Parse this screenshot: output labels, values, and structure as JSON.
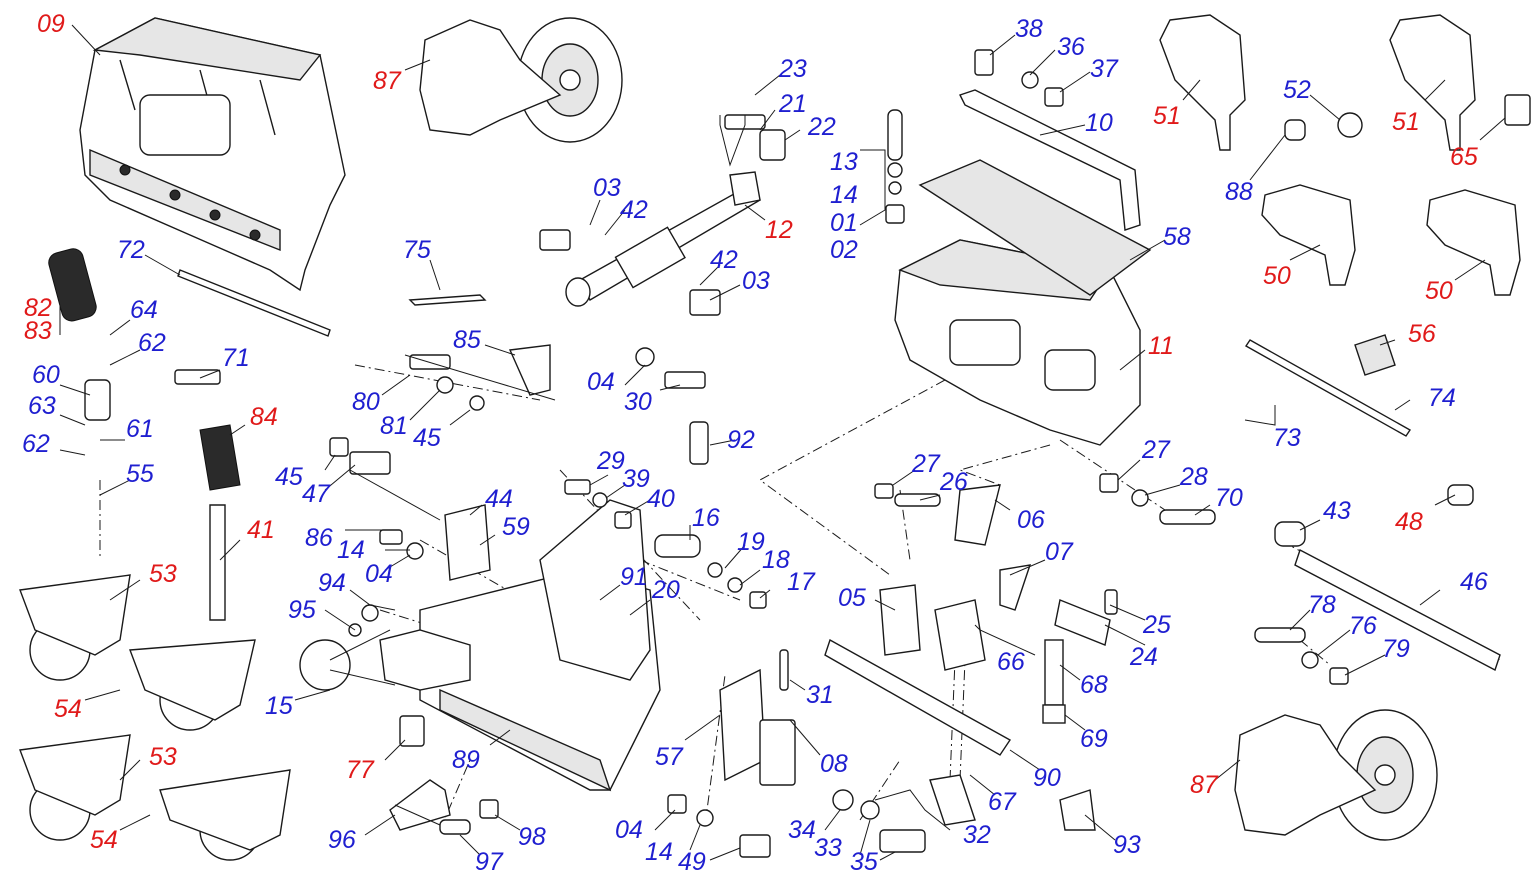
{
  "diagram": {
    "type": "exploded-parts-view",
    "colors": {
      "subassembly_label": "#e01a1a",
      "part_label": "#1f1fd0",
      "line": "#1a1a1a"
    },
    "labels": [
      {
        "id": "l09",
        "text": "09",
        "kind": "subassembly"
      },
      {
        "id": "l87a",
        "text": "87",
        "kind": "subassembly"
      },
      {
        "id": "l23",
        "text": "23",
        "kind": "part"
      },
      {
        "id": "l21",
        "text": "21",
        "kind": "part"
      },
      {
        "id": "l22",
        "text": "22",
        "kind": "part"
      },
      {
        "id": "l38",
        "text": "38",
        "kind": "part"
      },
      {
        "id": "l36",
        "text": "36",
        "kind": "part"
      },
      {
        "id": "l37",
        "text": "37",
        "kind": "part"
      },
      {
        "id": "l10",
        "text": "10",
        "kind": "part"
      },
      {
        "id": "l51a",
        "text": "51",
        "kind": "subassembly"
      },
      {
        "id": "l52",
        "text": "52",
        "kind": "part"
      },
      {
        "id": "l51b",
        "text": "51",
        "kind": "subassembly"
      },
      {
        "id": "l65",
        "text": "65",
        "kind": "subassembly"
      },
      {
        "id": "l13",
        "text": "13",
        "kind": "part"
      },
      {
        "id": "l14a",
        "text": "14",
        "kind": "part"
      },
      {
        "id": "l01",
        "text": "01",
        "kind": "part"
      },
      {
        "id": "l02",
        "text": "02",
        "kind": "part"
      },
      {
        "id": "l03a",
        "text": "03",
        "kind": "part"
      },
      {
        "id": "l42a",
        "text": "42",
        "kind": "part"
      },
      {
        "id": "l12",
        "text": "12",
        "kind": "subassembly"
      },
      {
        "id": "l88",
        "text": "88",
        "kind": "part"
      },
      {
        "id": "l58",
        "text": "58",
        "kind": "part"
      },
      {
        "id": "l50a",
        "text": "50",
        "kind": "subassembly"
      },
      {
        "id": "l50b",
        "text": "50",
        "kind": "subassembly"
      },
      {
        "id": "l72",
        "text": "72",
        "kind": "part"
      },
      {
        "id": "l75",
        "text": "75",
        "kind": "part"
      },
      {
        "id": "l42b",
        "text": "42",
        "kind": "part"
      },
      {
        "id": "l03b",
        "text": "03",
        "kind": "part"
      },
      {
        "id": "l82",
        "text": "82",
        "kind": "subassembly"
      },
      {
        "id": "l83",
        "text": "83",
        "kind": "subassembly"
      },
      {
        "id": "l64",
        "text": "64",
        "kind": "part"
      },
      {
        "id": "l62a",
        "text": "62",
        "kind": "part"
      },
      {
        "id": "l85",
        "text": "85",
        "kind": "part"
      },
      {
        "id": "l11",
        "text": "11",
        "kind": "subassembly"
      },
      {
        "id": "l56",
        "text": "56",
        "kind": "subassembly"
      },
      {
        "id": "l60",
        "text": "60",
        "kind": "part"
      },
      {
        "id": "l71",
        "text": "71",
        "kind": "part"
      },
      {
        "id": "l80",
        "text": "80",
        "kind": "part"
      },
      {
        "id": "l04a",
        "text": "04",
        "kind": "part"
      },
      {
        "id": "l30",
        "text": "30",
        "kind": "part"
      },
      {
        "id": "l74",
        "text": "74",
        "kind": "part"
      },
      {
        "id": "l63",
        "text": "63",
        "kind": "part"
      },
      {
        "id": "l84",
        "text": "84",
        "kind": "subassembly"
      },
      {
        "id": "l81",
        "text": "81",
        "kind": "part"
      },
      {
        "id": "l45a",
        "text": "45",
        "kind": "part"
      },
      {
        "id": "l73",
        "text": "73",
        "kind": "part"
      },
      {
        "id": "l61",
        "text": "61",
        "kind": "part"
      },
      {
        "id": "l92",
        "text": "92",
        "kind": "part"
      },
      {
        "id": "l62b",
        "text": "62",
        "kind": "part"
      },
      {
        "id": "l45b",
        "text": "45",
        "kind": "part"
      },
      {
        "id": "l27a",
        "text": "27",
        "kind": "part"
      },
      {
        "id": "l27b",
        "text": "27",
        "kind": "part"
      },
      {
        "id": "l55",
        "text": "55",
        "kind": "part"
      },
      {
        "id": "l29",
        "text": "29",
        "kind": "part"
      },
      {
        "id": "l39",
        "text": "39",
        "kind": "part"
      },
      {
        "id": "l26",
        "text": "26",
        "kind": "part"
      },
      {
        "id": "l28",
        "text": "28",
        "kind": "part"
      },
      {
        "id": "l47",
        "text": "47",
        "kind": "part"
      },
      {
        "id": "l44",
        "text": "44",
        "kind": "part"
      },
      {
        "id": "l40",
        "text": "40",
        "kind": "part"
      },
      {
        "id": "l70",
        "text": "70",
        "kind": "part"
      },
      {
        "id": "l43",
        "text": "43",
        "kind": "part"
      },
      {
        "id": "l48",
        "text": "48",
        "kind": "subassembly"
      },
      {
        "id": "l41",
        "text": "41",
        "kind": "subassembly"
      },
      {
        "id": "l86",
        "text": "86",
        "kind": "part"
      },
      {
        "id": "l59",
        "text": "59",
        "kind": "part"
      },
      {
        "id": "l16",
        "text": "16",
        "kind": "part"
      },
      {
        "id": "l06",
        "text": "06",
        "kind": "part"
      },
      {
        "id": "l14b",
        "text": "14",
        "kind": "part"
      },
      {
        "id": "l04b",
        "text": "04",
        "kind": "part"
      },
      {
        "id": "l19",
        "text": "19",
        "kind": "part"
      },
      {
        "id": "l07",
        "text": "07",
        "kind": "part"
      },
      {
        "id": "l53a",
        "text": "53",
        "kind": "subassembly"
      },
      {
        "id": "l18",
        "text": "18",
        "kind": "part"
      },
      {
        "id": "l91",
        "text": "91",
        "kind": "part"
      },
      {
        "id": "l46",
        "text": "46",
        "kind": "part"
      },
      {
        "id": "l94",
        "text": "94",
        "kind": "part"
      },
      {
        "id": "l17",
        "text": "17",
        "kind": "part"
      },
      {
        "id": "l20",
        "text": "20",
        "kind": "part"
      },
      {
        "id": "l05",
        "text": "05",
        "kind": "part"
      },
      {
        "id": "l25",
        "text": "25",
        "kind": "part"
      },
      {
        "id": "l78",
        "text": "78",
        "kind": "part"
      },
      {
        "id": "l95",
        "text": "95",
        "kind": "part"
      },
      {
        "id": "l76",
        "text": "76",
        "kind": "part"
      },
      {
        "id": "l24",
        "text": "24",
        "kind": "part"
      },
      {
        "id": "l79",
        "text": "79",
        "kind": "part"
      },
      {
        "id": "l66",
        "text": "66",
        "kind": "part"
      },
      {
        "id": "l68",
        "text": "68",
        "kind": "part"
      },
      {
        "id": "l31",
        "text": "31",
        "kind": "part"
      },
      {
        "id": "l15",
        "text": "15",
        "kind": "part"
      },
      {
        "id": "l54a",
        "text": "54",
        "kind": "subassembly"
      },
      {
        "id": "l57",
        "text": "57",
        "kind": "part"
      },
      {
        "id": "l69",
        "text": "69",
        "kind": "part"
      },
      {
        "id": "l89",
        "text": "89",
        "kind": "part"
      },
      {
        "id": "l53b",
        "text": "53",
        "kind": "subassembly"
      },
      {
        "id": "l08",
        "text": "08",
        "kind": "part"
      },
      {
        "id": "l77",
        "text": "77",
        "kind": "subassembly"
      },
      {
        "id": "l90",
        "text": "90",
        "kind": "part"
      },
      {
        "id": "l87b",
        "text": "87",
        "kind": "subassembly"
      },
      {
        "id": "l67",
        "text": "67",
        "kind": "part"
      },
      {
        "id": "l04c",
        "text": "04",
        "kind": "part"
      },
      {
        "id": "l34",
        "text": "34",
        "kind": "part"
      },
      {
        "id": "l32",
        "text": "32",
        "kind": "part"
      },
      {
        "id": "l98",
        "text": "98",
        "kind": "part"
      },
      {
        "id": "l96",
        "text": "96",
        "kind": "part"
      },
      {
        "id": "l14c",
        "text": "14",
        "kind": "part"
      },
      {
        "id": "l33",
        "text": "33",
        "kind": "part"
      },
      {
        "id": "l93",
        "text": "93",
        "kind": "part"
      },
      {
        "id": "l54b",
        "text": "54",
        "kind": "subassembly"
      },
      {
        "id": "l97",
        "text": "97",
        "kind": "part"
      },
      {
        "id": "l49",
        "text": "49",
        "kind": "part"
      },
      {
        "id": "l35",
        "text": "35",
        "kind": "part"
      }
    ]
  }
}
